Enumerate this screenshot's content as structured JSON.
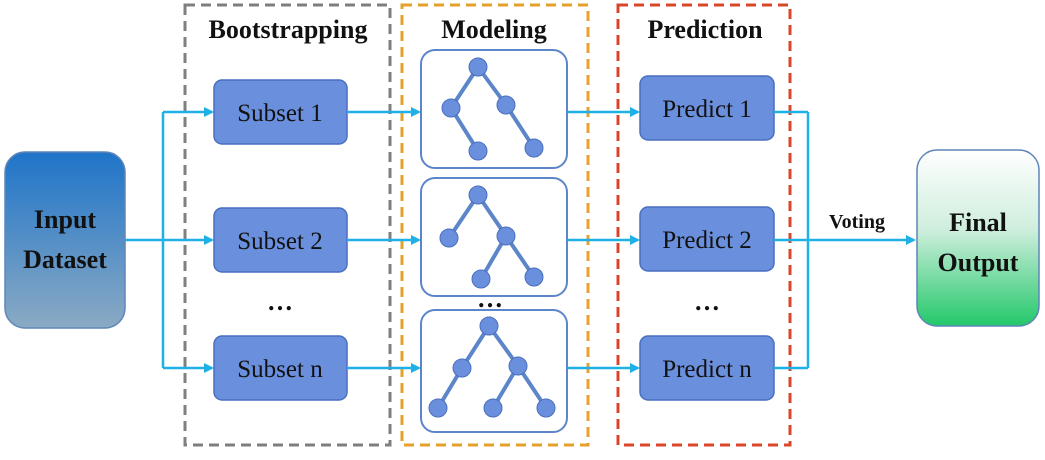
{
  "diagram": {
    "title_bootstrapping": "Bootstrapping",
    "title_modeling": "Modeling",
    "title_prediction": "Prediction",
    "input_line1": "Input",
    "input_line2": "Dataset",
    "output_line1": "Final",
    "output_line2": "Output",
    "subsets": [
      "Subset 1",
      "Subset 2",
      "Subset n"
    ],
    "predictions": [
      "Predict 1",
      "Predict 2",
      "Predict n"
    ],
    "ellipsis": "…",
    "voting": "Voting",
    "colors": {
      "node_fill": "#6a8fdc",
      "node_stroke": "#4a6fc0",
      "arrow": "#1fb0e8",
      "bootstrapping_border": "#7f7f7f",
      "modeling_border": "#e6a12a",
      "prediction_border": "#d9472b",
      "input_gradient_top": "#1f74c9",
      "input_gradient_bottom": "#8aaac4",
      "output_gradient_top": "#ffffff",
      "output_gradient_bottom": "#22c86a"
    }
  }
}
